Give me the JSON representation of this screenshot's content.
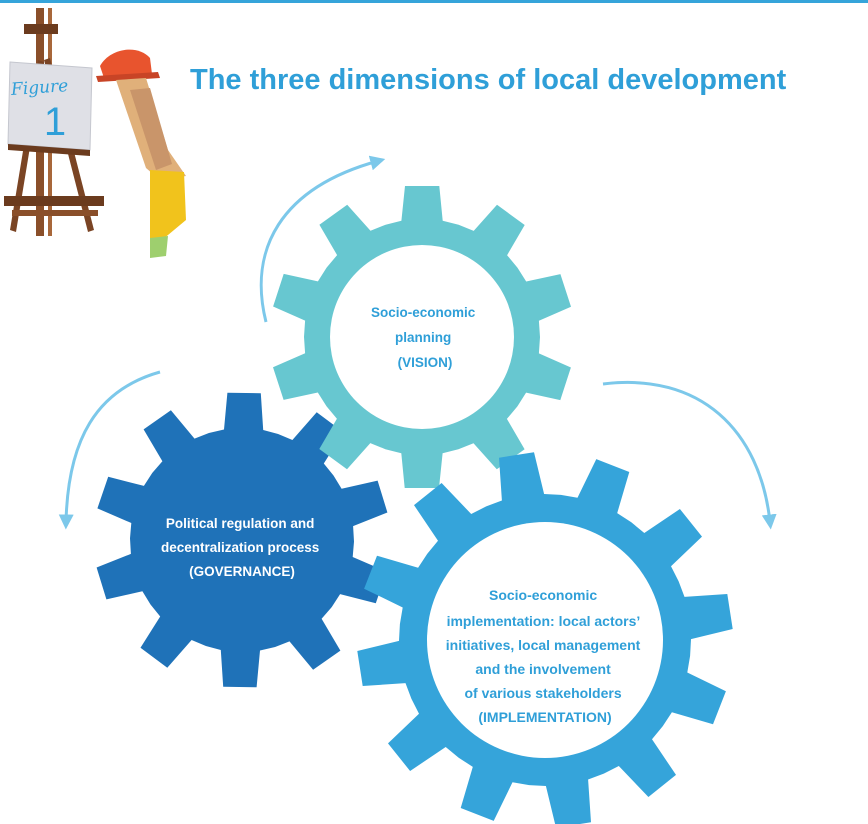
{
  "title": "The three dimensions of local development",
  "figure": {
    "word": "Figure",
    "number": "1"
  },
  "gears": {
    "vision": {
      "lines": [
        "Socio-economic",
        "planning",
        "(VISION)"
      ],
      "fill": "#67c7d0",
      "text_color": "#2f9fd8"
    },
    "governance": {
      "lines": [
        "Political regulation and",
        "decentralization process",
        "(GOVERNANCE)"
      ],
      "fill": "#1f72b8",
      "text_color": "#ffffff"
    },
    "implementation": {
      "lines": [
        "Socio-economic",
        "implementation: local actors’",
        "initiatives, local management",
        "and the involvement",
        "of various stakeholders",
        "(IMPLEMENTATION)"
      ],
      "fill": "#35a4da",
      "text_color": "#2f9fd8"
    }
  },
  "colors": {
    "accent": "#2f9fd8",
    "arrow": "#7cc8ea"
  }
}
